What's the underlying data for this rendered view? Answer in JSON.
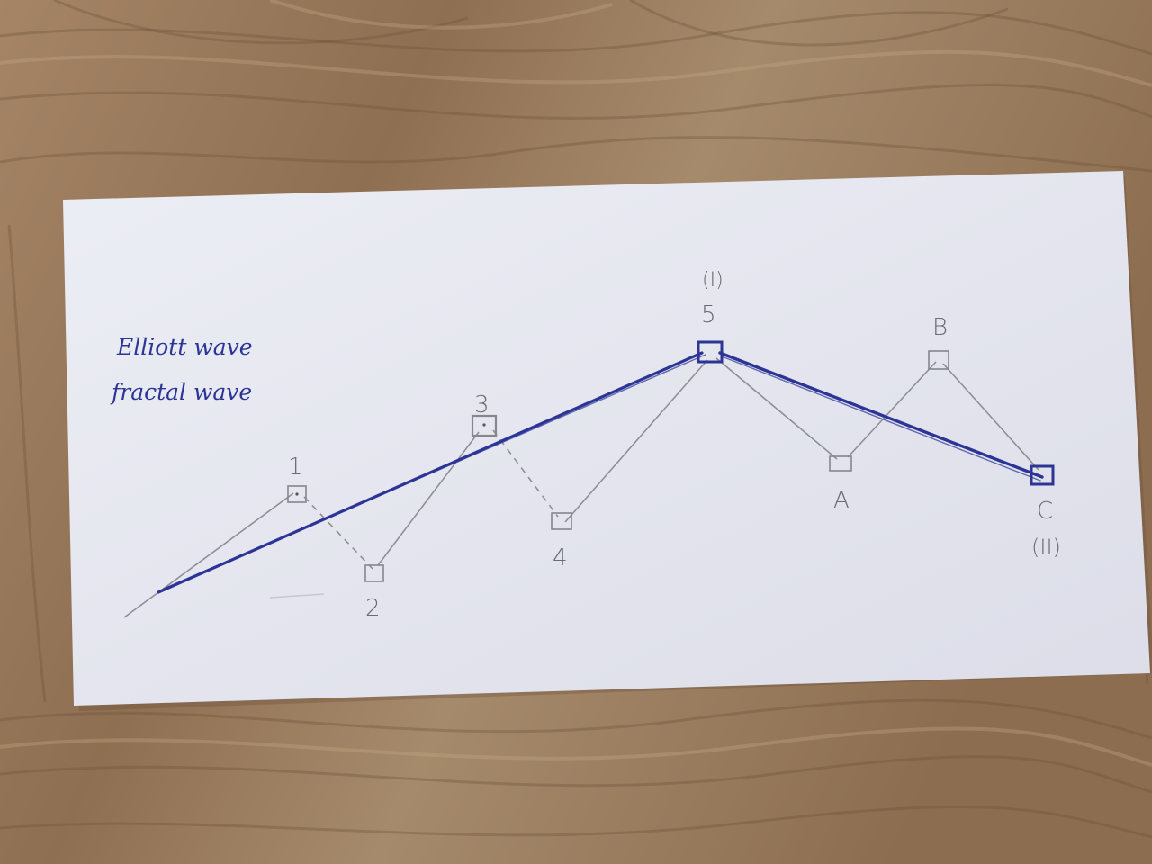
{
  "note": {
    "title_line1": "Elliott wave",
    "title_line2": "fractal wave"
  },
  "labels": {
    "wave1": "1",
    "wave2": "2",
    "wave3": "3",
    "wave4": "4",
    "wave5": "5",
    "waveA": "A",
    "waveB": "B",
    "waveC": "C",
    "degree_top": "(I)",
    "degree_bottom": "(II)"
  },
  "colors": {
    "ink": "#2c3596",
    "pencil": "#8a8a92",
    "paper": "#e7e8f0",
    "table": "#9a7a5c"
  }
}
